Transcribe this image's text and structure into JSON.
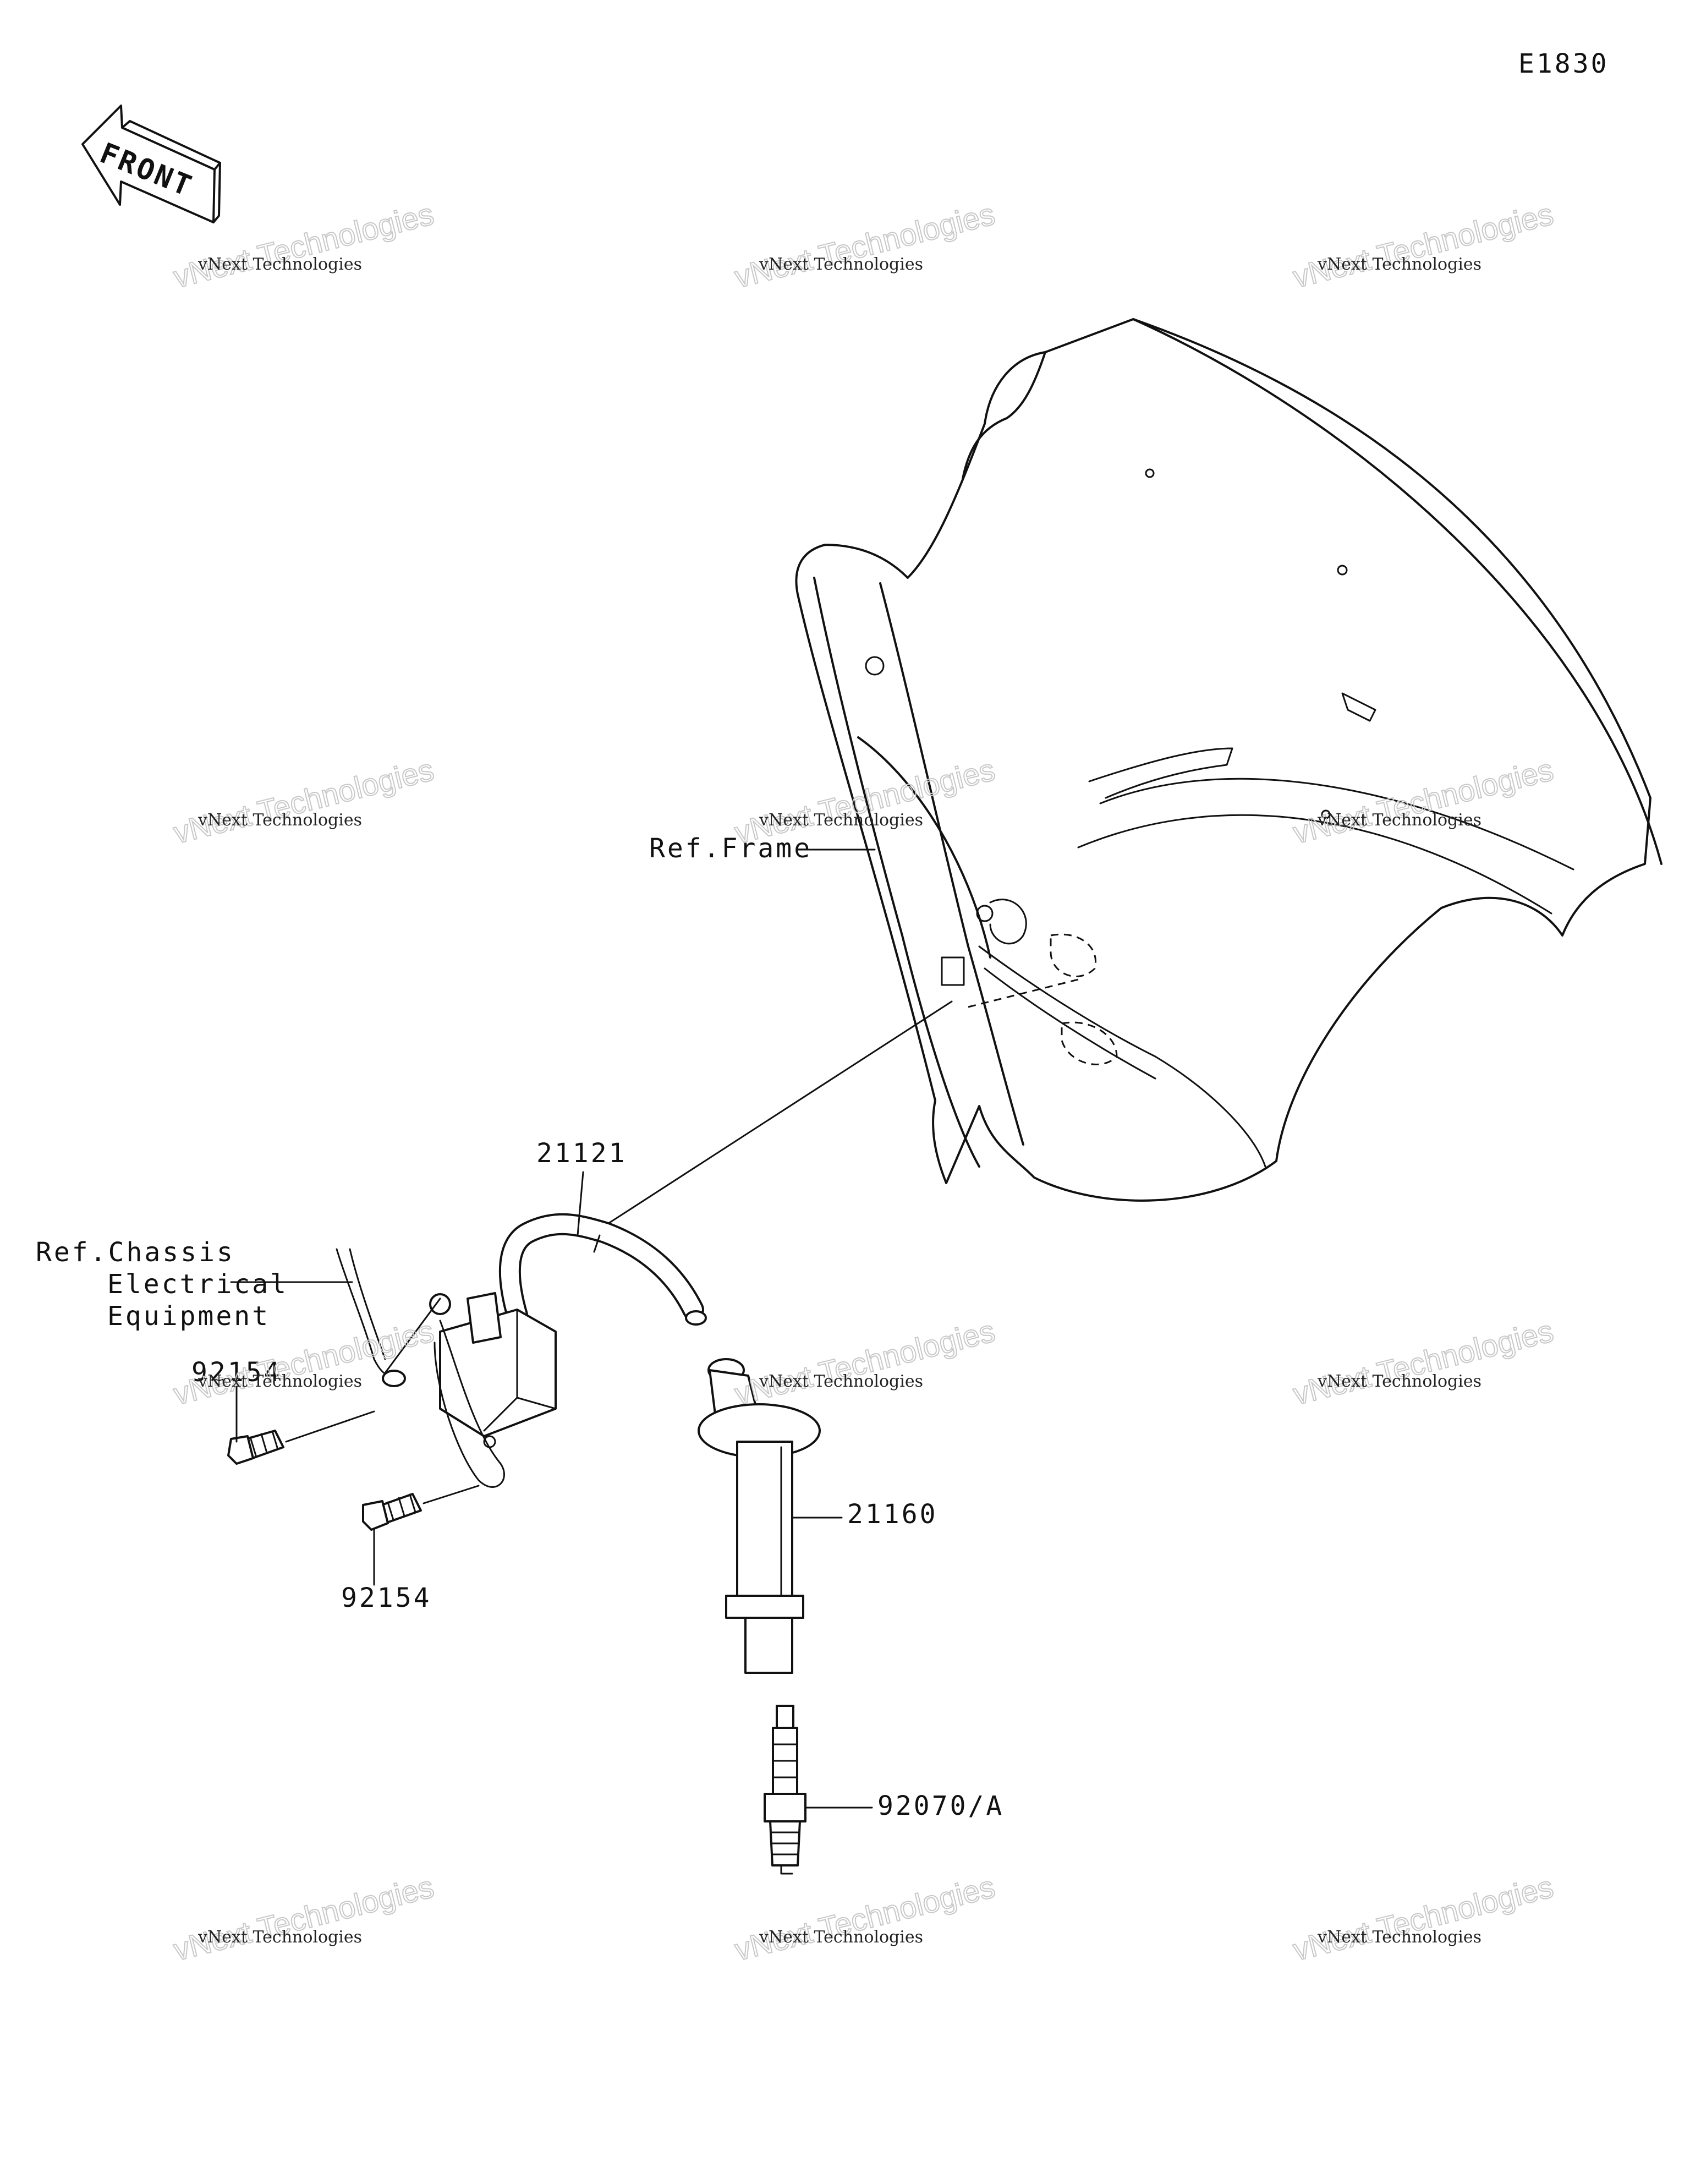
{
  "diagram_code": "E1830",
  "front_arrow_label": "FRONT",
  "labels": {
    "ref_frame": "Ref.Frame",
    "ref_chassis_line1": "Ref.Chassis",
    "ref_chassis_line2": "Electrical",
    "ref_chassis_line3": "Equipment",
    "part_21121": "21121",
    "part_21160": "21160",
    "part_92154_upper": "92154",
    "part_92154_lower": "92154",
    "part_92070a": "92070/A"
  },
  "watermark": {
    "line1": "vNext Technologies",
    "line2": "vNext Technologies"
  }
}
